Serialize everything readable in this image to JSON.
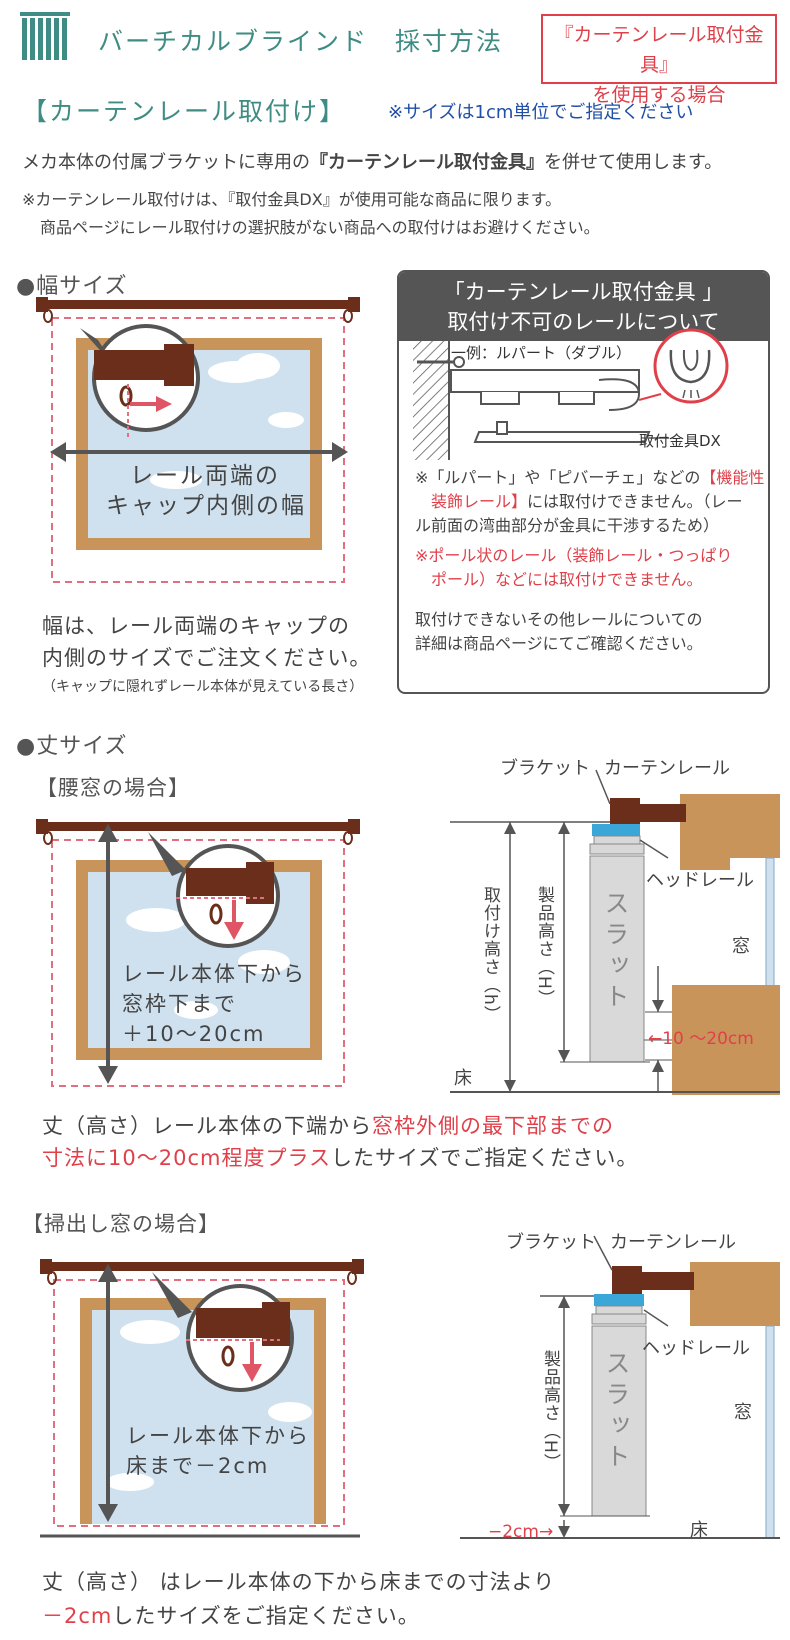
{
  "header": {
    "title": "バーチカルブラインド　採寸方法",
    "badge_line1": "『カーテンレール取付金具』",
    "badge_line2": "を使用する場合"
  },
  "section": {
    "heading": "【カーテンレール取付け】",
    "note": "※サイズは1cm単位でご指定ください",
    "intro_pre": "メカ本体の付属ブラケットに専用の",
    "intro_bold": "『カーテンレール取付金具』",
    "intro_post": "を併せて使用します。",
    "caution_1": "※カーテンレール取付けは、『取付金具DX』が使用可能な商品に限ります。",
    "caution_2": "商品ページにレール取付けの選択肢がない商品への取付けはお避けください。"
  },
  "width": {
    "heading": "●幅サイズ",
    "diagram_label_1": "レール両端の",
    "diagram_label_2": "キャップ内側の幅",
    "desc_1": "幅は、レール両端のキャップの",
    "desc_2": "内側のサイズでご注文ください。",
    "desc_3": "（キャップに隠れずレール本体が見えている長さ）"
  },
  "notice": {
    "head_1": "「カーテンレール取付金具 」",
    "head_2": "取付け不可のレールについて",
    "example": "一例：ルパート（ダブル）",
    "part_label": "取付金具DX",
    "p1_a": "※「ルパート」や「ピバーチェ」などの",
    "p1_b": "【機能性",
    "p1_c": "装飾レール】",
    "p1_d": "には取付けできません。（レー",
    "p1_e": "ル前面の湾曲部分が金具に干渉するため）",
    "p2_a": "※",
    "p2_b": "ポール状のレール（装飾レール・つっぱり",
    "p2_c": "ポール）などには取付けできません。",
    "p3_1": "取付けできないその他レールについての",
    "p3_2": "詳細は商品ページにてご確認ください。"
  },
  "height": {
    "heading": "●丈サイズ",
    "case1_heading": "【腰窓の場合】",
    "case1_label_1": "レール本体下から",
    "case1_label_2": "窓枠下まで",
    "case1_label_3": "＋10～20cm",
    "side1_bracket": "ブラケット",
    "side1_rail": "カーテンレール",
    "side1_head": "ヘッドレール",
    "side1_window": "窓",
    "side1_slat": "スラット",
    "side1_mount": "取付け高さ（h）",
    "side1_product": "製品高さ（H）",
    "side1_plus": "←10 ～20cm",
    "side1_floor": "床",
    "case1_desc_1a": "丈（高さ）レール本体の下端から",
    "case1_desc_1b": "窓枠外側の最下部までの",
    "case1_desc_2a": "寸法に10～20cm程度プラス",
    "case1_desc_2b": "したサイズでご指定ください。",
    "case2_heading": "【掃出し窓の場合】",
    "case2_label_1": "レール本体下から",
    "case2_label_2": "床まで－2cm",
    "side2_bracket": "ブラケット",
    "side2_rail": "カーテンレール",
    "side2_head": "ヘッドレール",
    "side2_window": "窓",
    "side2_slat": "スラット",
    "side2_product": "製品高さ（H）",
    "side2_minus": "−2cm→",
    "side2_floor": "床",
    "case2_desc_1": "丈（高さ） はレール本体の下から床までの寸法より",
    "case2_desc_2a": "－2cm",
    "case2_desc_2b": "したサイズをご指定ください。"
  },
  "colors": {
    "teal": "#3e8c83",
    "red": "#e0404a",
    "blue": "#1f4fa6",
    "rail": "#6b2e1a",
    "frame": "#c8945a",
    "glass": "#cfe1ef",
    "dashed": "#e07080",
    "headrail": "#3aa7d8"
  }
}
